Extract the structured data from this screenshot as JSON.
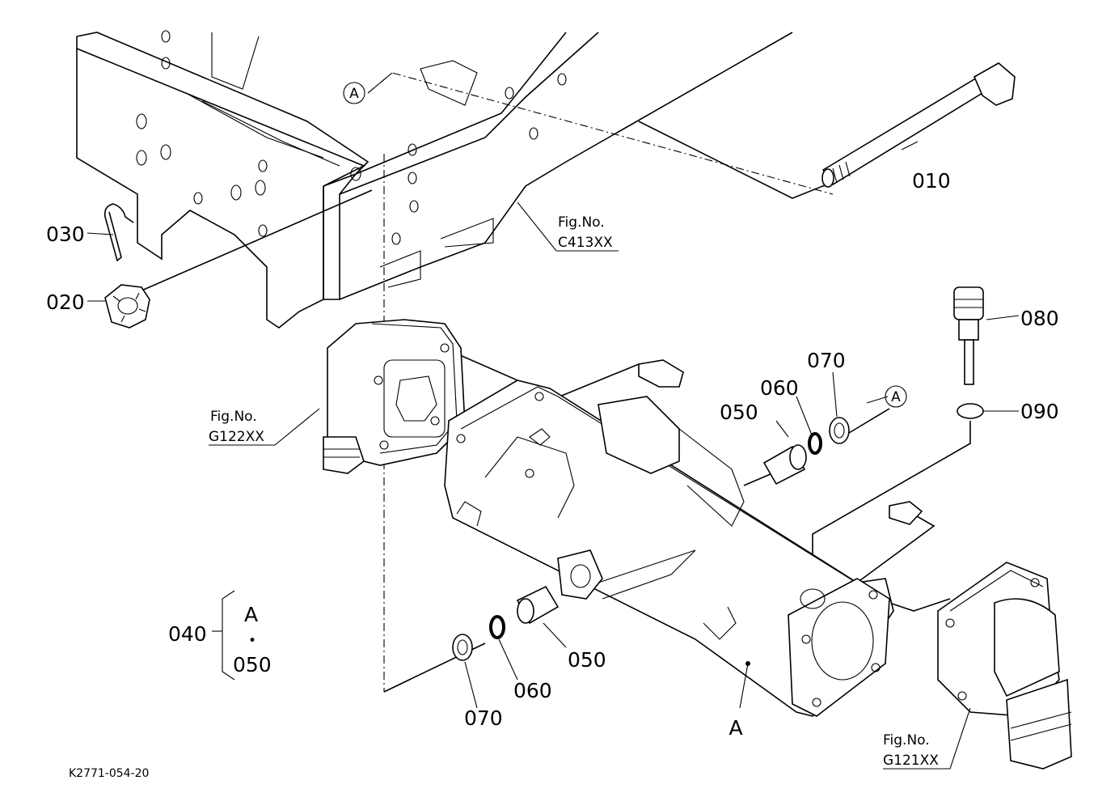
{
  "parts": {
    "p010": "010",
    "p020": "020",
    "p030": "030",
    "p040": "040",
    "p050a": "050",
    "p050b": "050",
    "p050c": "050",
    "p060a": "060",
    "p060b": "060",
    "p070a": "070",
    "p070b": "070",
    "p080": "080",
    "p090": "090"
  },
  "refs": {
    "fig_c413_title": "Fig.No.",
    "fig_c413_code": "C413XX",
    "fig_g122_title": "Fig.No.",
    "fig_g122_code": "G122XX",
    "fig_g121_title": "Fig.No.",
    "fig_g121_code": "G121XX"
  },
  "markers": {
    "a_top": "A",
    "a_right": "A",
    "a_bottom": "A",
    "a_legend": "A",
    "legend_dot": "•"
  },
  "footer": {
    "drawing_code": "K2771-054-20"
  }
}
